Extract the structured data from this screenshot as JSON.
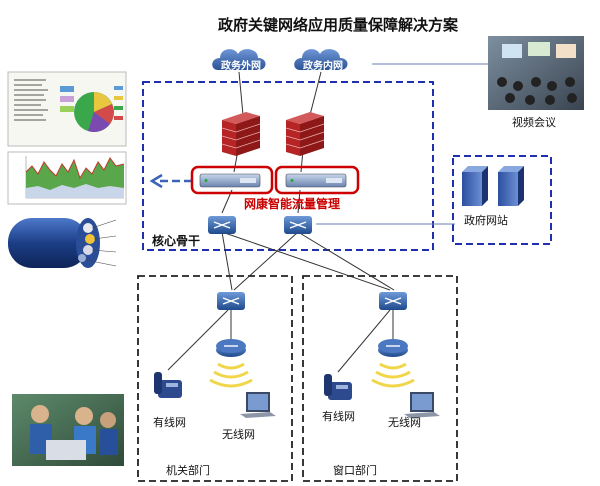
{
  "title": "政府关键网络应用质量保障解决方案",
  "clouds": {
    "external": "政务外网",
    "internal": "政务内网"
  },
  "labels": {
    "video_conference": "视频会议",
    "traffic_mgmt": "网康智能流量管理",
    "core_backbone": "核心骨干",
    "gov_website": "政府网站",
    "wired_left": "有线网",
    "wireless_left": "无线网",
    "wired_right": "有线网",
    "wireless_right": "无线网",
    "dept_left": "机关部门",
    "dept_right": "窗口部门"
  },
  "colors": {
    "dash_box": "#1f2fb0",
    "dash_black": "#222222",
    "red_highlight": "#cc0000",
    "cloud_blue": "#3b67b0",
    "firewall_red": "#b62424",
    "switch_blue": "#2d5fa6"
  },
  "icons": {
    "cloud": "cloud-icon",
    "firewall": "firewall-icon",
    "appliance": "appliance-icon",
    "switch": "switch-icon",
    "server": "server-icon",
    "phone": "phone-icon",
    "laptop": "laptop-icon",
    "wifi_ap": "wifi-ap-icon"
  }
}
